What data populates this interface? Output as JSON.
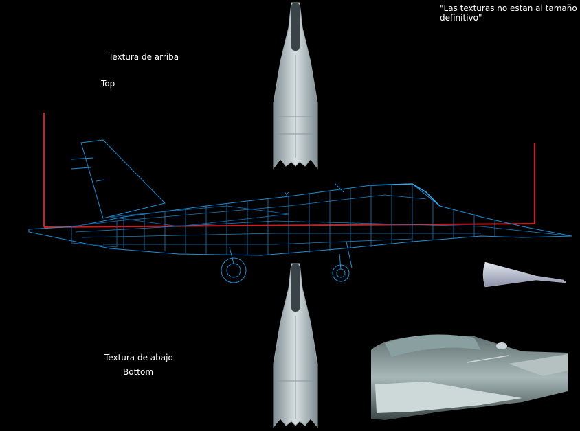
{
  "note": "\"Las  texturas no estan al tamaño definitivo\"",
  "top_texture": {
    "label_es": "Textura de arriba",
    "label_en": "Top"
  },
  "bottom_texture": {
    "label_es": "Textura de abajo",
    "label_en": "Bottom"
  },
  "axis_label": "Y",
  "colors": {
    "background": "#000000",
    "wireframe": "#1e8fd6",
    "wireframe_dark": "#0f5e9a",
    "guide": "#d41c1c",
    "texture_light": "#c9d3d6",
    "texture_dark": "#6f7f86"
  }
}
